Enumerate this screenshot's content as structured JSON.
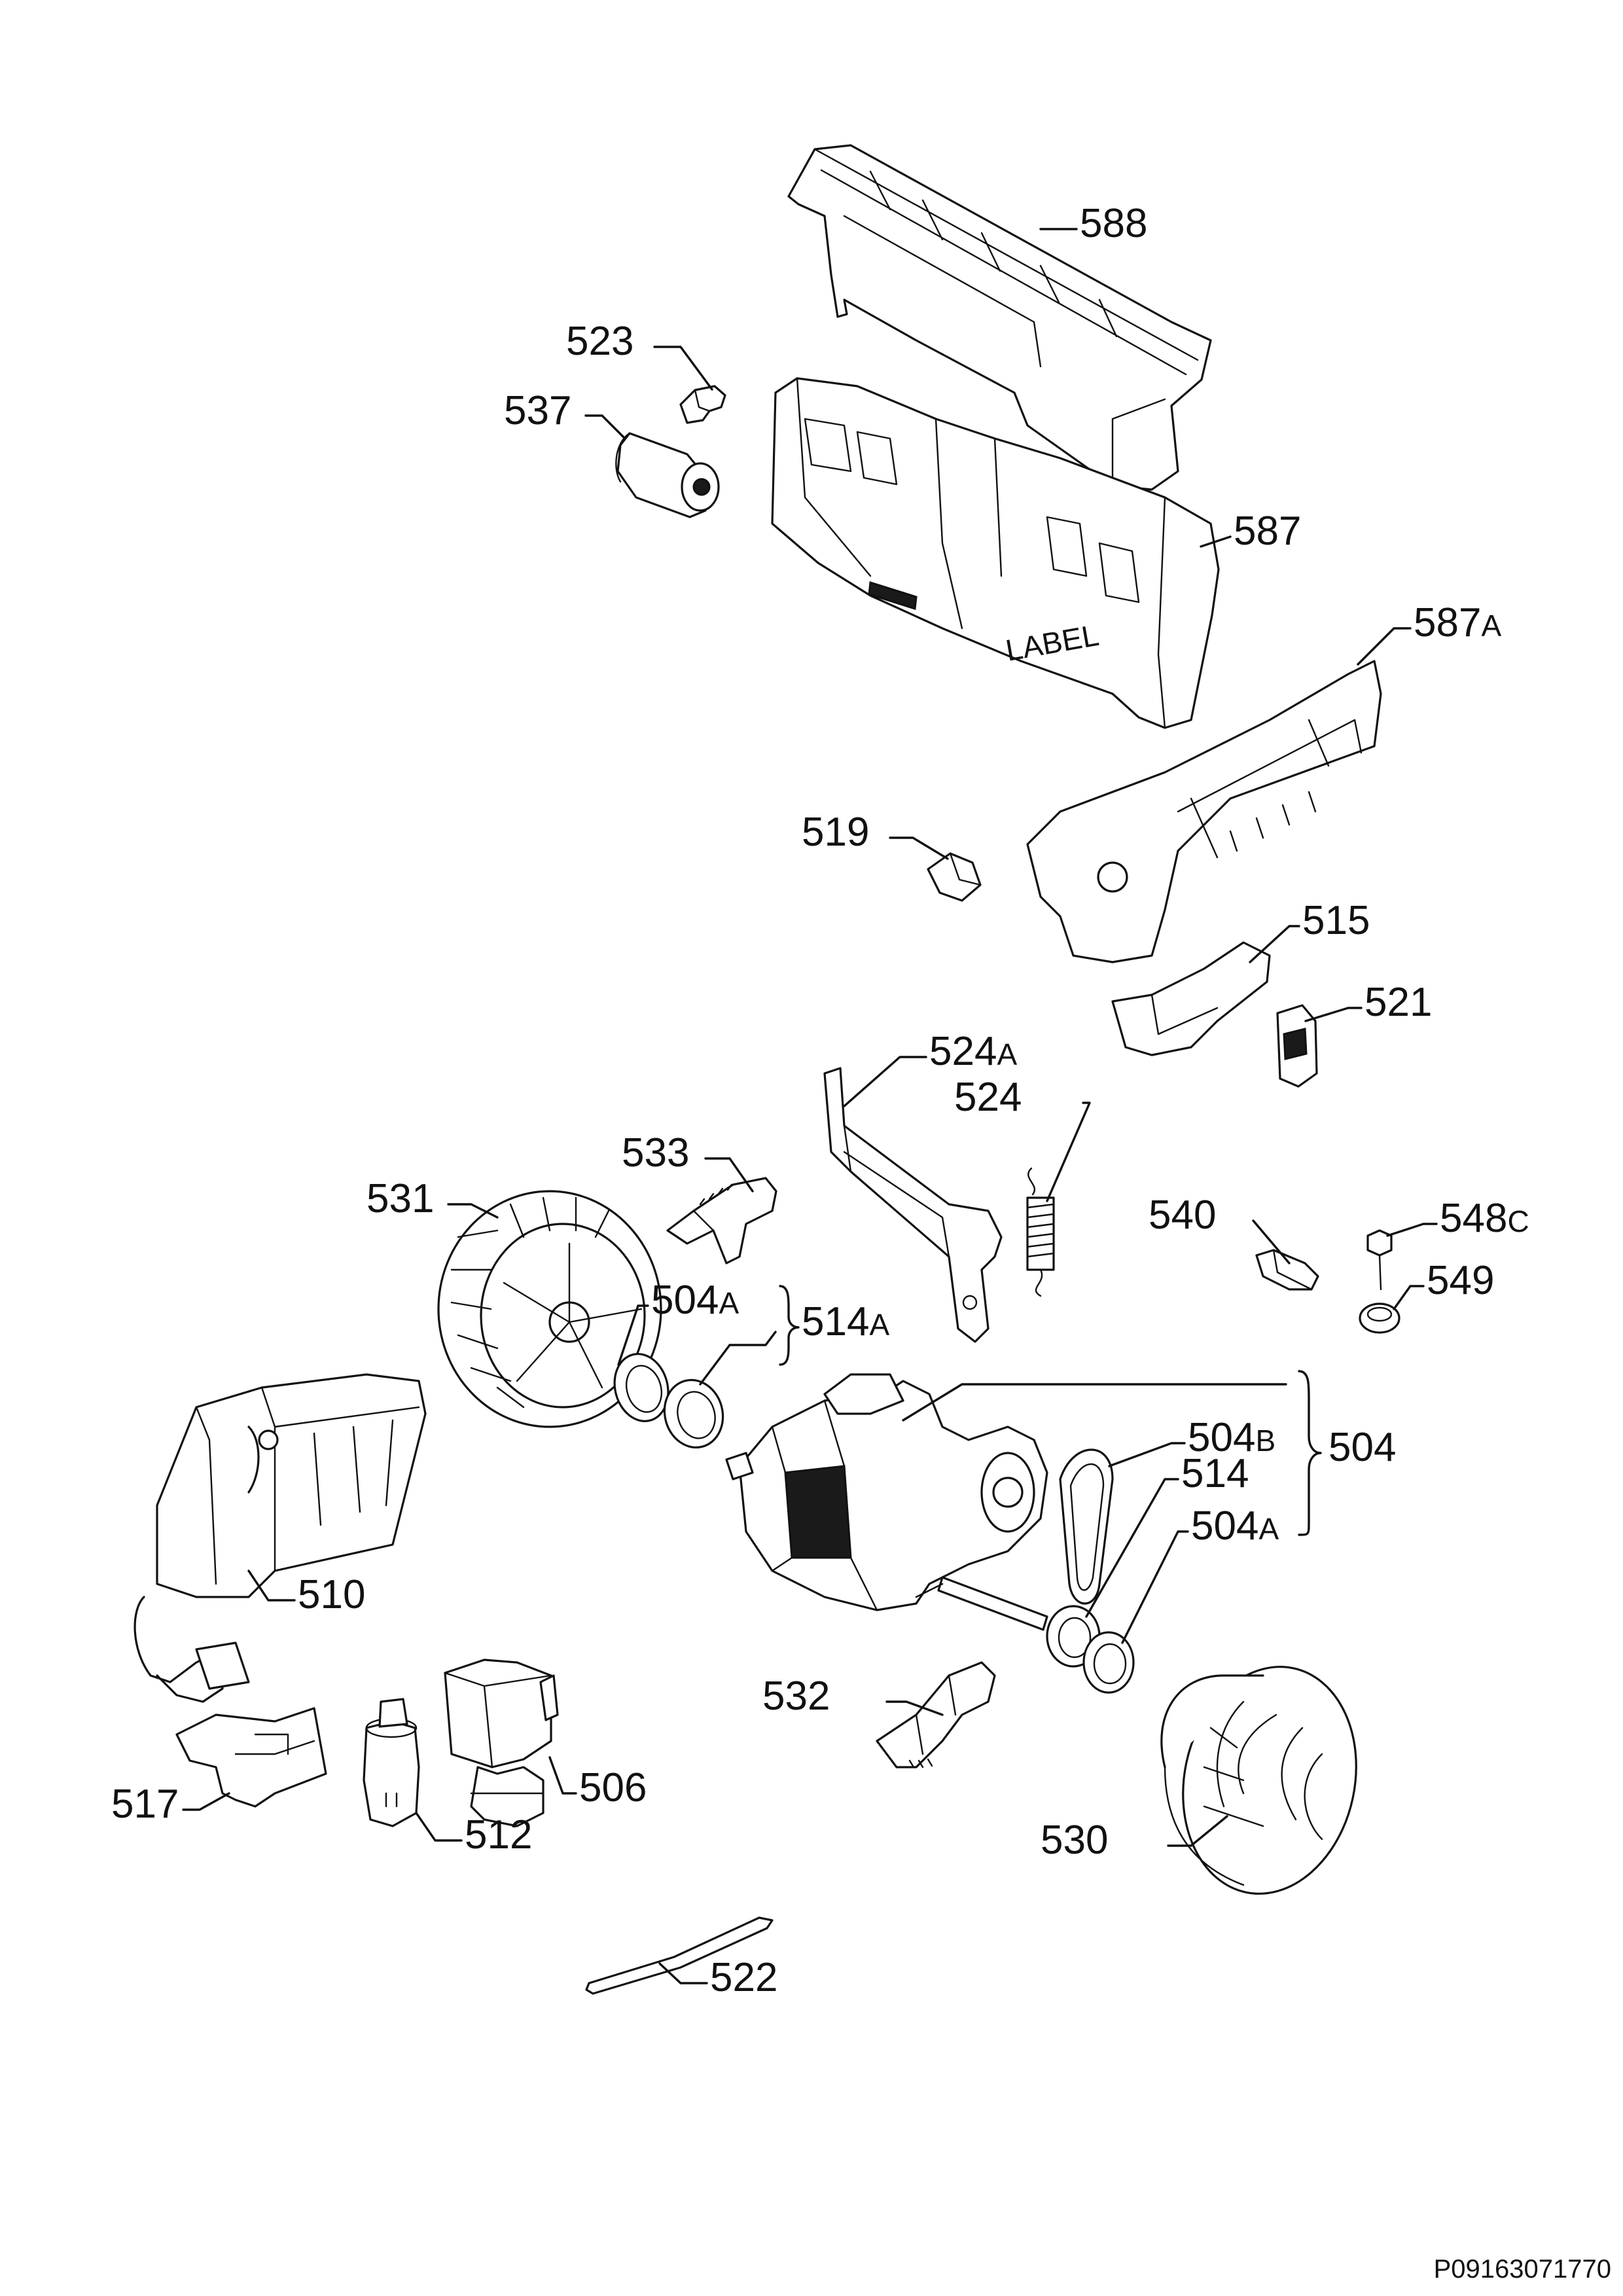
{
  "diagram": {
    "callouts": [
      {
        "id": "c588",
        "main": "588",
        "suffix": ""
      },
      {
        "id": "c523",
        "main": "523",
        "suffix": ""
      },
      {
        "id": "c537",
        "main": "537",
        "suffix": ""
      },
      {
        "id": "c587",
        "main": "587",
        "suffix": ""
      },
      {
        "id": "c587A",
        "main": "587",
        "suffix": "A"
      },
      {
        "id": "c519",
        "main": "519",
        "suffix": ""
      },
      {
        "id": "c515",
        "main": "515",
        "suffix": ""
      },
      {
        "id": "c521",
        "main": "521",
        "suffix": ""
      },
      {
        "id": "c524A",
        "main": "524",
        "suffix": "A"
      },
      {
        "id": "c524",
        "main": "524",
        "suffix": ""
      },
      {
        "id": "c533",
        "main": "533",
        "suffix": ""
      },
      {
        "id": "c531",
        "main": "531",
        "suffix": ""
      },
      {
        "id": "c540",
        "main": "540",
        "suffix": ""
      },
      {
        "id": "c548C",
        "main": "548",
        "suffix": "C"
      },
      {
        "id": "c549",
        "main": "549",
        "suffix": ""
      },
      {
        "id": "c504A1",
        "main": "504",
        "suffix": "A"
      },
      {
        "id": "c514A",
        "main": "514",
        "suffix": "A"
      },
      {
        "id": "c504B",
        "main": "504",
        "suffix": "B"
      },
      {
        "id": "c504",
        "main": "504",
        "suffix": ""
      },
      {
        "id": "c514",
        "main": "514",
        "suffix": ""
      },
      {
        "id": "c504A2",
        "main": "504",
        "suffix": "A"
      },
      {
        "id": "c510",
        "main": "510",
        "suffix": ""
      },
      {
        "id": "c532",
        "main": "532",
        "suffix": ""
      },
      {
        "id": "c506",
        "main": "506",
        "suffix": ""
      },
      {
        "id": "c517",
        "main": "517",
        "suffix": ""
      },
      {
        "id": "c512",
        "main": "512",
        "suffix": ""
      },
      {
        "id": "c530",
        "main": "530",
        "suffix": ""
      },
      {
        "id": "c522",
        "main": "522",
        "suffix": ""
      }
    ],
    "drawing_code": "P09163071770"
  }
}
